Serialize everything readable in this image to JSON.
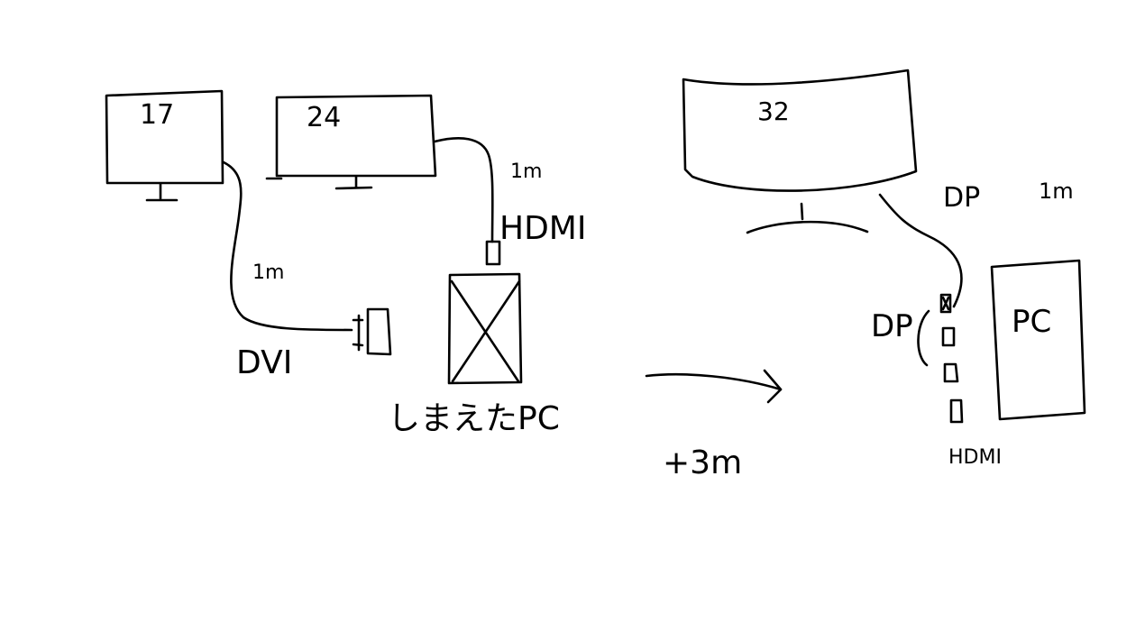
{
  "left_setup": {
    "monitor_17": {
      "label": "17"
    },
    "monitor_24": {
      "label": "24"
    },
    "dvi_cable": {
      "length": "1m",
      "connector": "DVI"
    },
    "hdmi_cable": {
      "length": "1m",
      "connector": "HDMI"
    },
    "old_pc": {
      "label": "しまえたPC"
    }
  },
  "transition": {
    "note": "+3m"
  },
  "right_setup": {
    "monitor_32": {
      "label": "32"
    },
    "dp_cable": {
      "connector": "DP",
      "length": "1m"
    },
    "pc": {
      "label": "PC"
    },
    "ports": {
      "dp_group": "DP",
      "hdmi": "HDMI"
    }
  }
}
